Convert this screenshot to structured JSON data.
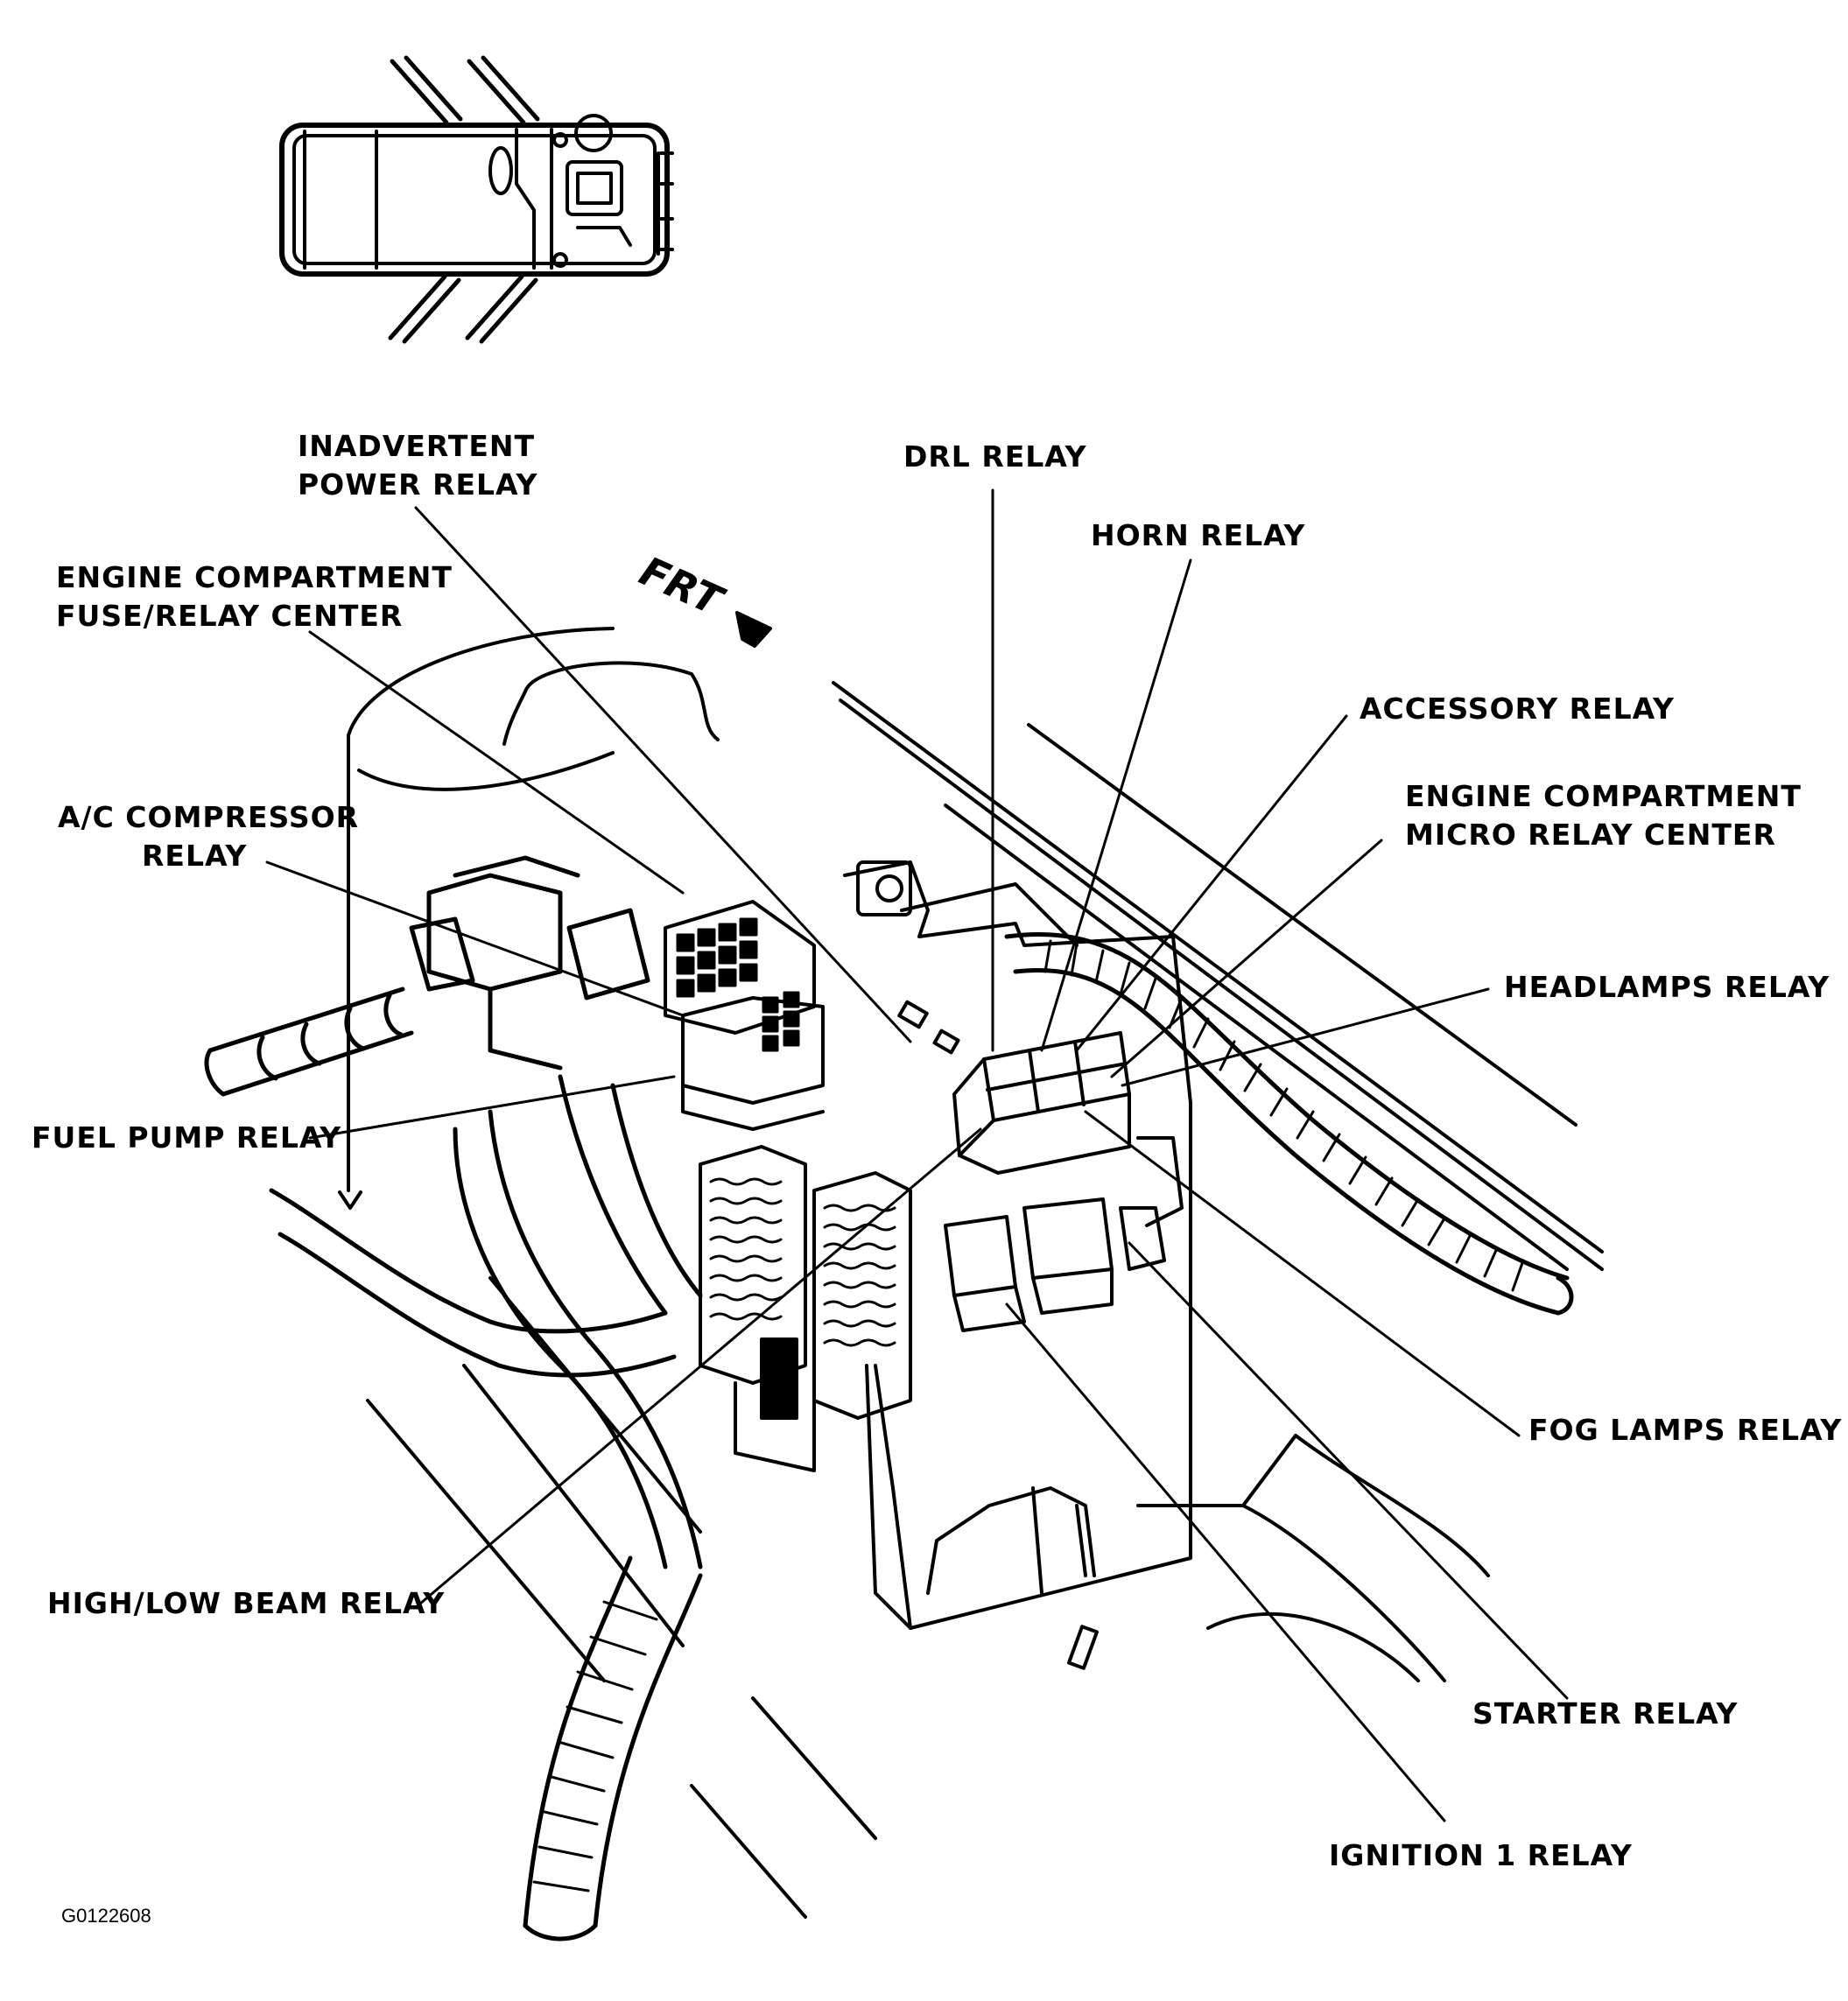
{
  "orientation": {
    "frt": "FRT"
  },
  "callouts": {
    "inadvertent_power_relay": [
      "INADVERTENT",
      "POWER RELAY"
    ],
    "drl_relay": [
      "DRL RELAY"
    ],
    "horn_relay": [
      "HORN RELAY"
    ],
    "engine_compartment_fuse_relay_center": [
      "ENGINE COMPARTMENT",
      "FUSE/RELAY CENTER"
    ],
    "accessory_relay": [
      "ACCESSORY RELAY"
    ],
    "engine_compartment_micro_relay_center": [
      "ENGINE COMPARTMENT",
      "MICRO RELAY CENTER"
    ],
    "ac_compressor_relay": [
      "A/C COMPRESSOR",
      "RELAY"
    ],
    "headlamps_relay": [
      "HEADLAMPS RELAY"
    ],
    "fuel_pump_relay": [
      "FUEL PUMP RELAY"
    ],
    "fog_lamps_relay": [
      "FOG LAMPS RELAY"
    ],
    "high_low_beam_relay": [
      "HIGH/LOW BEAM RELAY"
    ],
    "starter_relay": [
      "STARTER RELAY"
    ],
    "ignition_1_relay": [
      "IGNITION 1 RELAY"
    ]
  },
  "figure_id": "G0122608"
}
